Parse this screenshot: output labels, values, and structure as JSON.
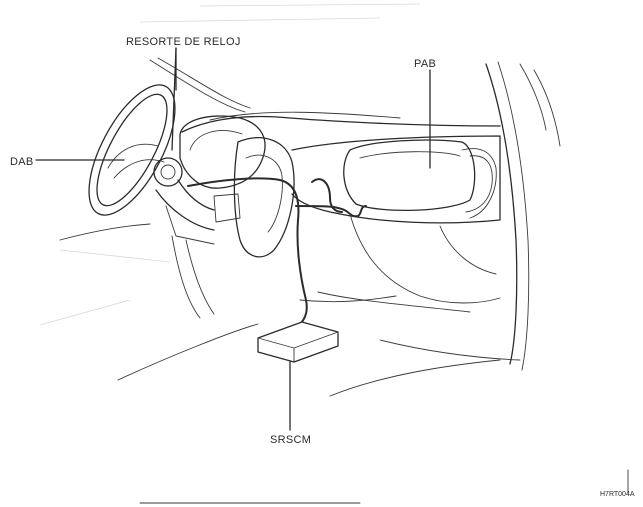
{
  "labels": {
    "clock_spring": "RESORTE DE RELOJ",
    "driver_airbag": "DAB",
    "passenger_airbag": "PAB",
    "control_module": "SRSCM",
    "figure_ref": "H7RT004A"
  }
}
